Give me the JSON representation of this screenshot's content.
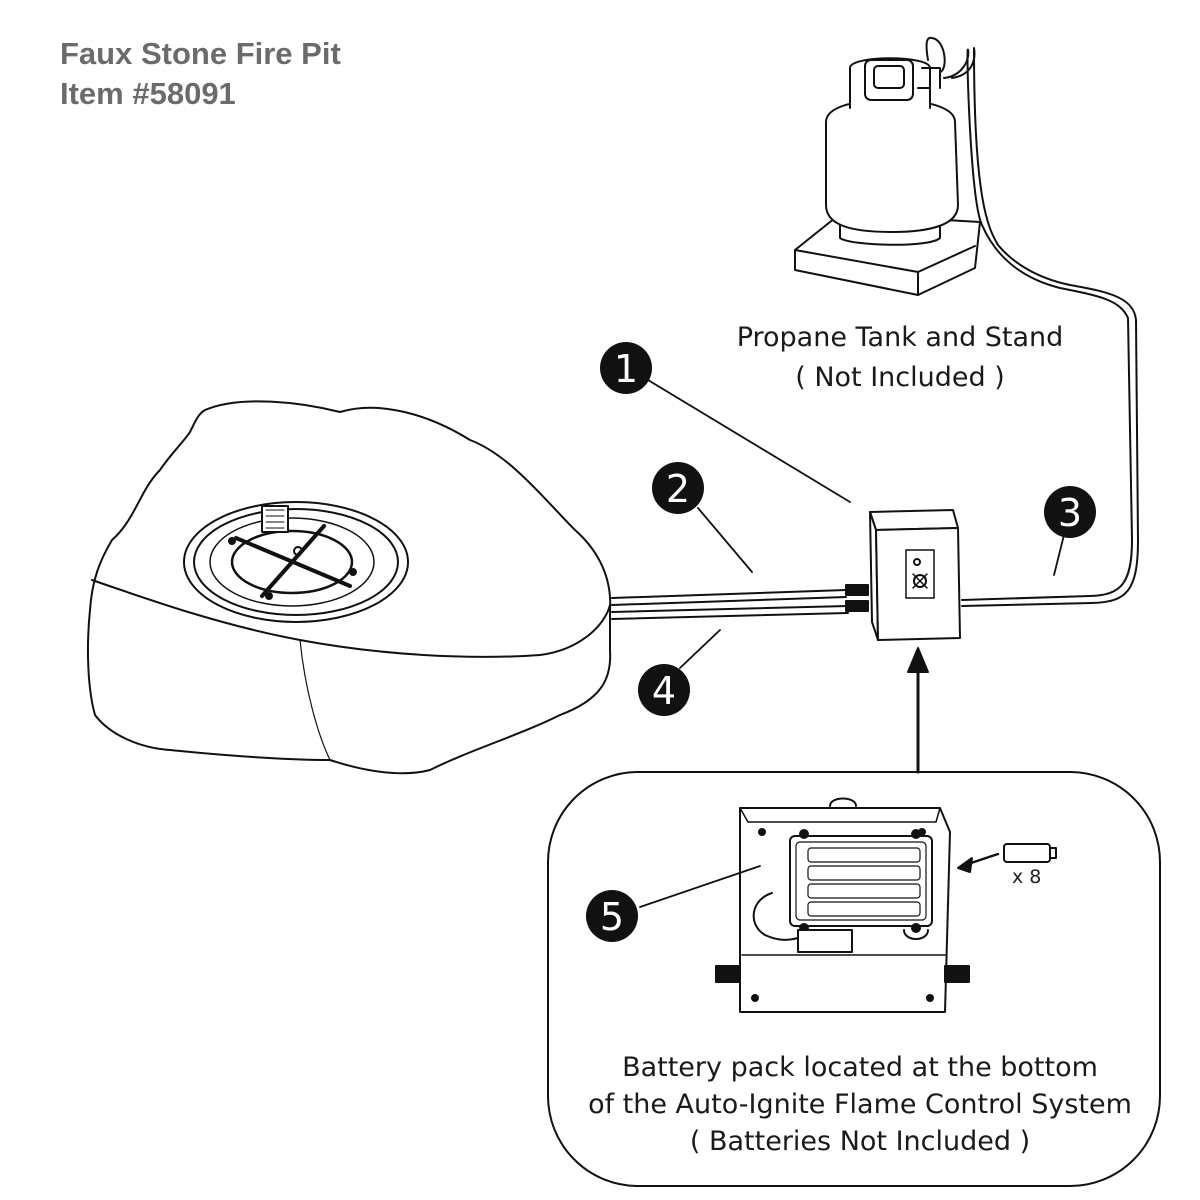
{
  "header": {
    "title_line1": "Faux Stone Fire Pit",
    "title_line2": "Item #58091"
  },
  "tank_caption": {
    "line1": "Propane Tank and Stand",
    "line2": "( Not Included )"
  },
  "battery_caption": {
    "line1": "Battery pack located at the bottom",
    "line2": "of the Auto-Ignite Flame Control System",
    "line3": "( Batteries Not Included )"
  },
  "battery_quantity": "x 8",
  "callouts": [
    "1",
    "2",
    "3",
    "4",
    "5"
  ]
}
